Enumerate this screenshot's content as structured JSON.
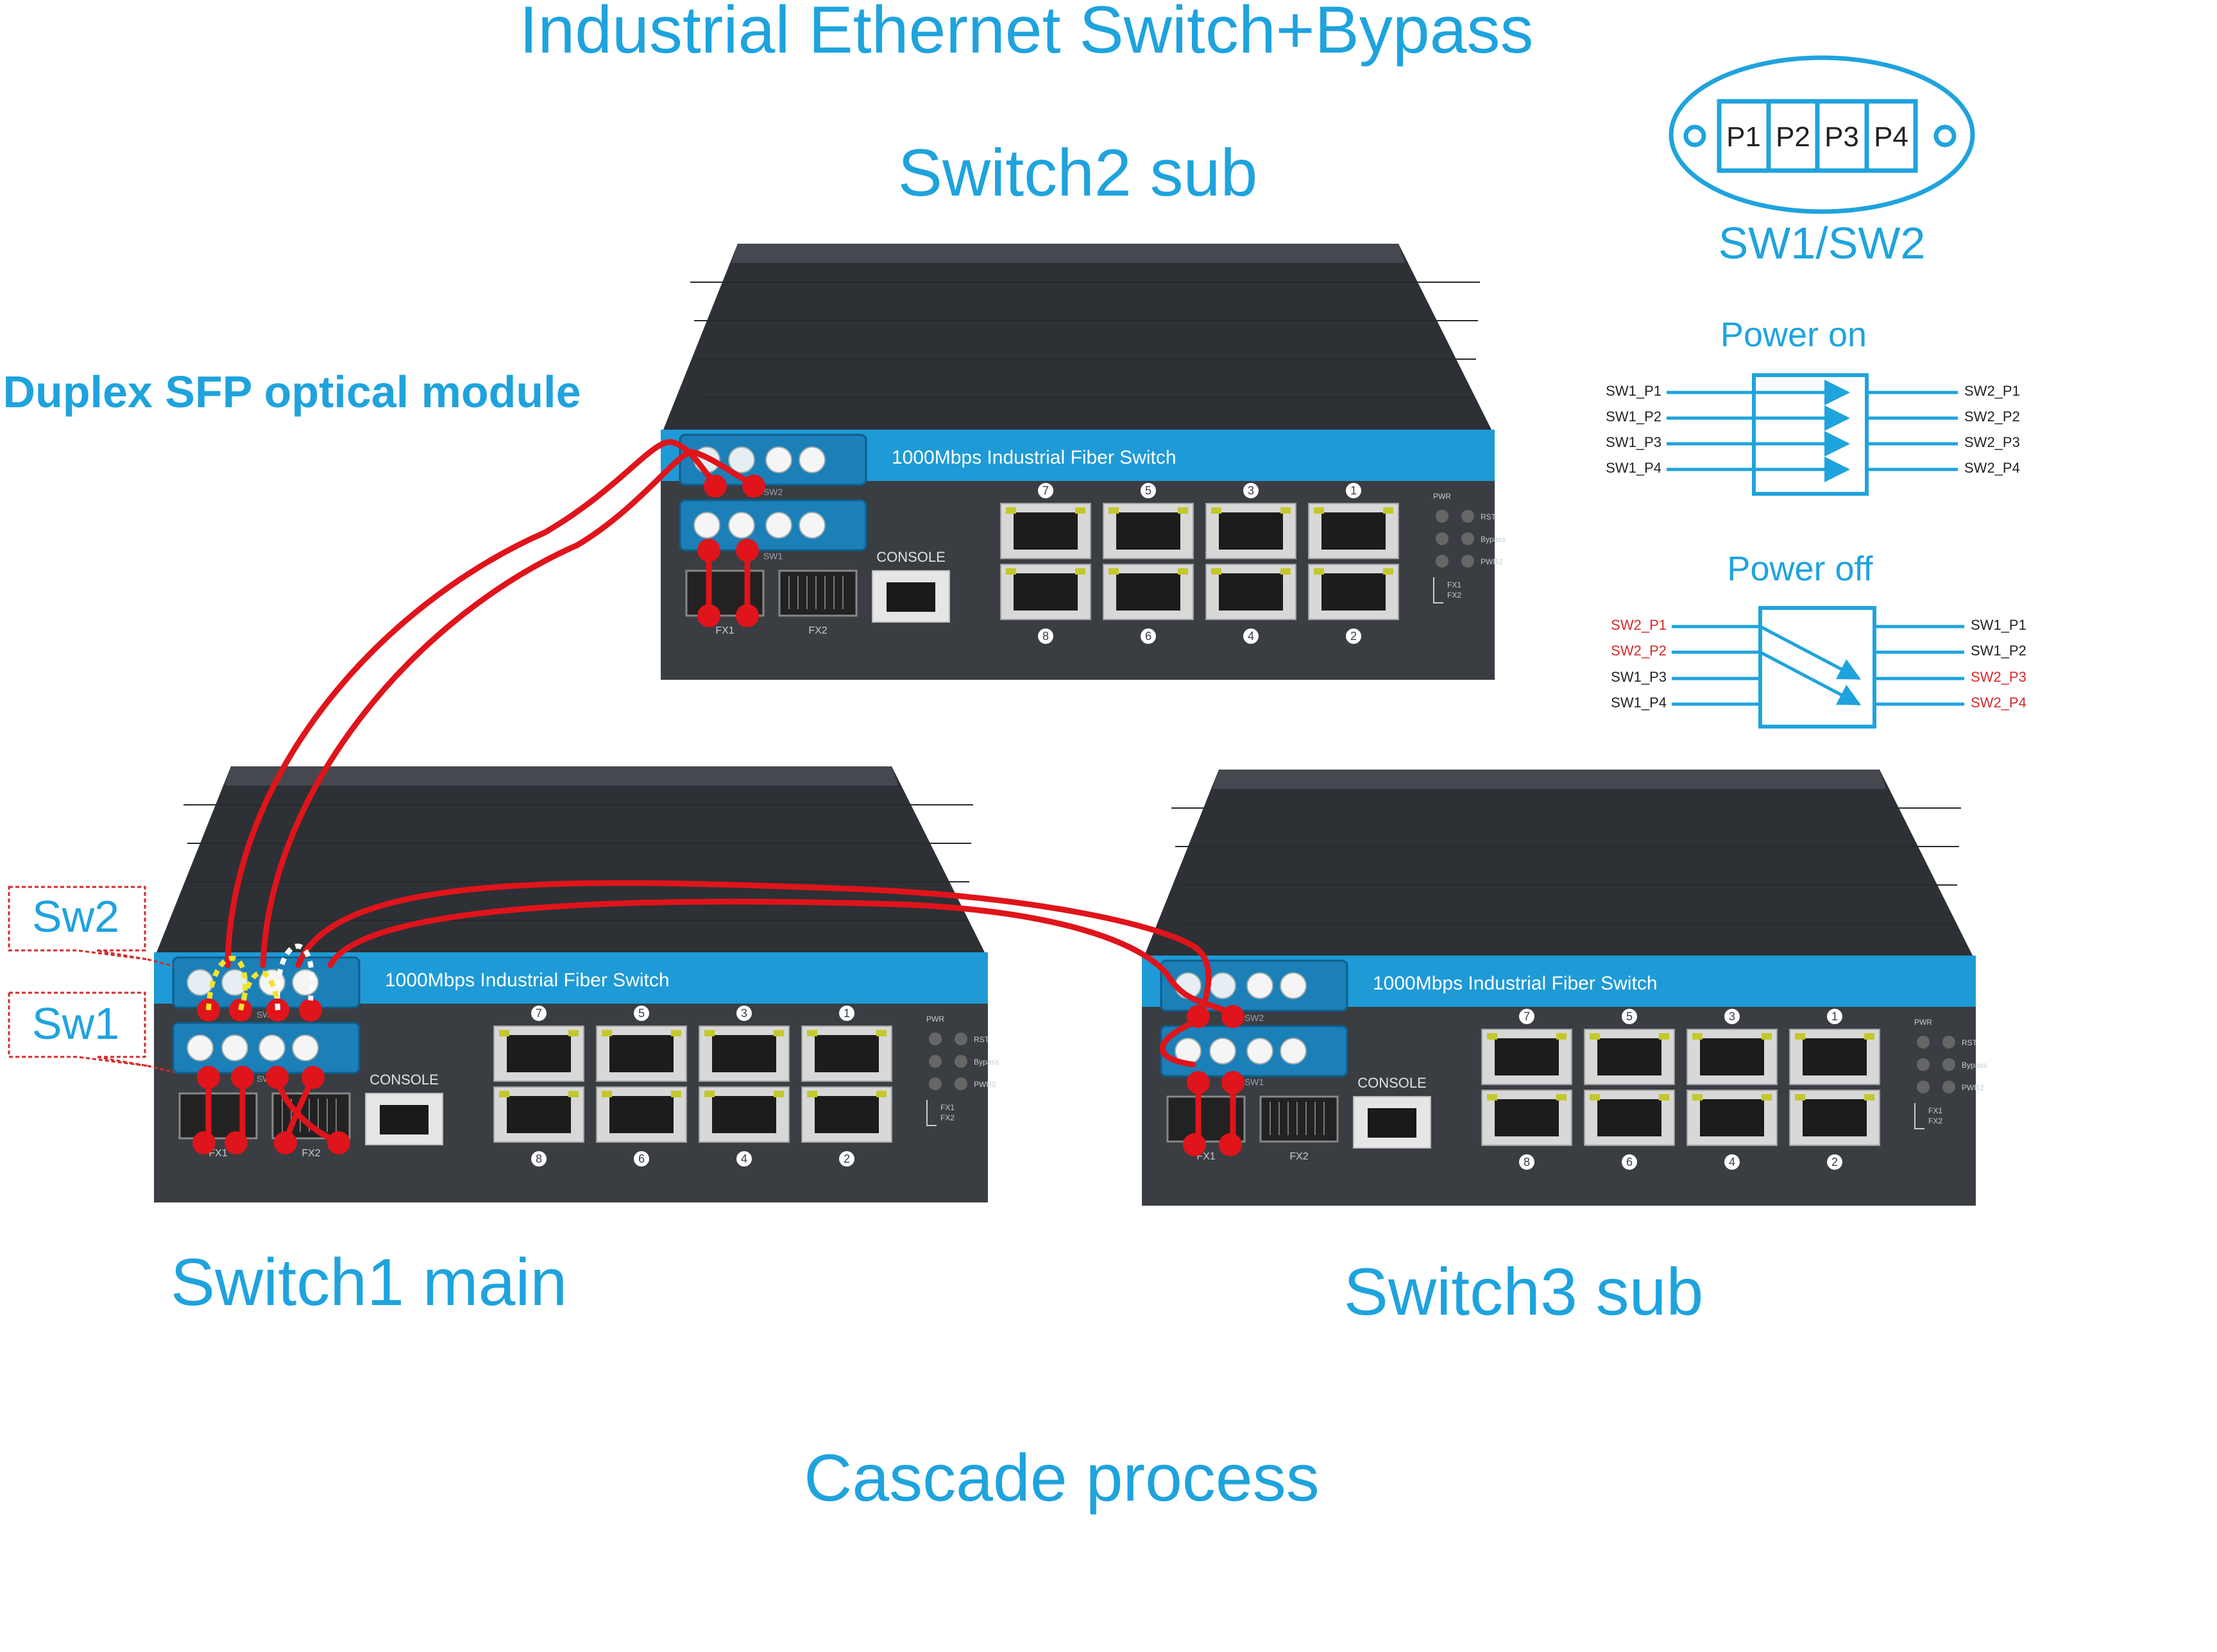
{
  "title": "Industrial Ethernet Switch+Bypass",
  "labels": {
    "switch2": "Switch2 sub",
    "switch1": "Switch1 main",
    "switch3": "Switch3 sub",
    "module": "Duplex SFP optical module",
    "cascade": "Cascade process",
    "callout_sw2": "Sw2",
    "callout_sw1": "Sw1"
  },
  "device": {
    "band_text": "1000Mbps Industrial Fiber Switch",
    "console": "CONSOLE",
    "fx1": "FX1",
    "fx2": "FX2",
    "sw2": "SW2",
    "sw1": "SW1",
    "top_ports": [
      "7",
      "5",
      "3",
      "1"
    ],
    "bottom_ports": [
      "8",
      "6",
      "4",
      "2"
    ],
    "led_left": [
      "PWR",
      "",
      "",
      "FX1",
      "FX2"
    ],
    "led_right": [
      "RST",
      "Bypass",
      "PWR2"
    ]
  },
  "connector": {
    "ports": [
      "P1",
      "P2",
      "P3",
      "P4"
    ],
    "caption": "SW1/SW2"
  },
  "power_on": {
    "title": "Power on",
    "left": [
      "SW1_P1",
      "SW1_P2",
      "SW1_P3",
      "SW1_P4"
    ],
    "right": [
      "SW2_P1",
      "SW2_P2",
      "SW2_P3",
      "SW2_P4"
    ]
  },
  "power_off": {
    "title": "Power off",
    "left": [
      "SW2_P1",
      "SW2_P2",
      "SW1_P3",
      "SW1_P4"
    ],
    "right": [
      "SW1_P1",
      "SW1_P2",
      "SW2_P3",
      "SW2_P4"
    ],
    "left_red": [
      true,
      true,
      false,
      false
    ],
    "right_red": [
      false,
      false,
      true,
      true
    ]
  },
  "colors": {
    "accent": "#1fa3dd",
    "cable": "#e0141b",
    "chassis": "#3a3d42",
    "band": "#1e9ad6",
    "red_text": "#d42a2a"
  }
}
